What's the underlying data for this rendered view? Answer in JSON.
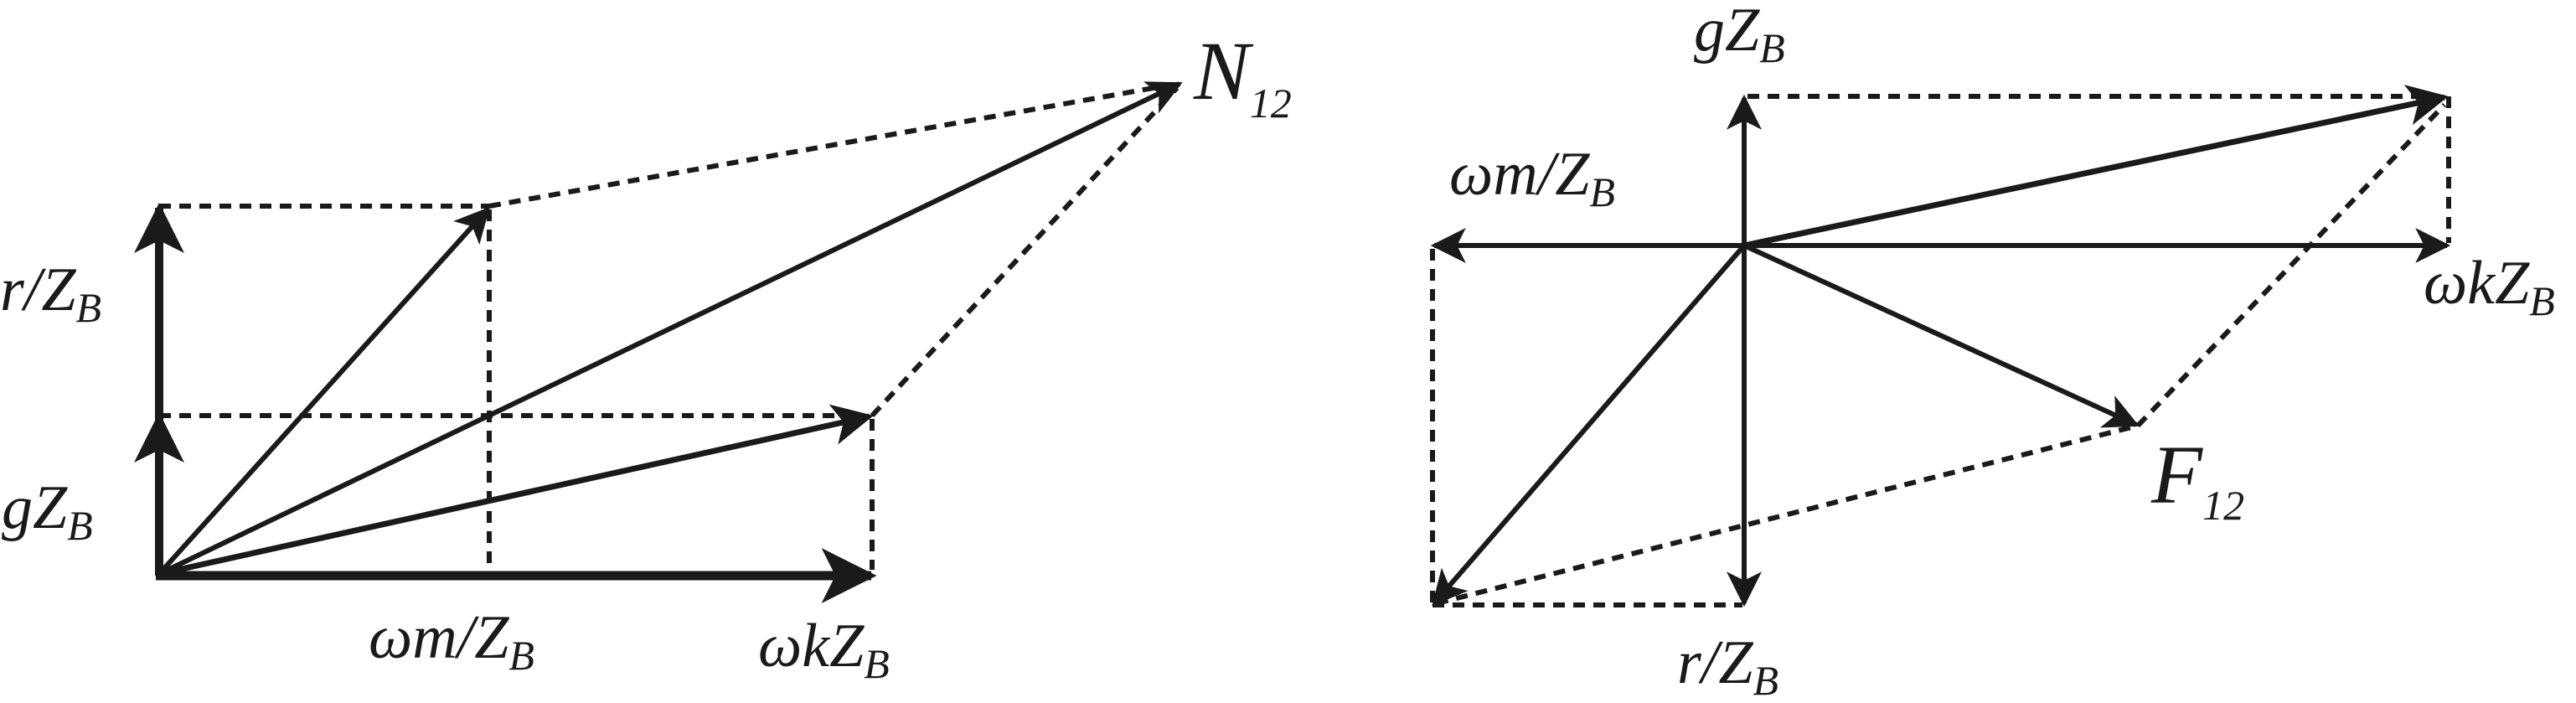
{
  "left_diagram": {
    "labels": {
      "resultant": {
        "main": "N",
        "sub": "12"
      },
      "r_over_zb": {
        "main": "r/Z",
        "sub": "B"
      },
      "g_zb": {
        "main": "gZ",
        "sub": "B"
      },
      "omega_m_over_zb": {
        "main": "ωm/Z",
        "sub": "B"
      },
      "omega_k_zb": {
        "main": "ωkZ",
        "sub": "B"
      }
    }
  },
  "right_diagram": {
    "labels": {
      "resultant": {
        "main": "F",
        "sub": "12"
      },
      "g_zb": {
        "main": "gZ",
        "sub": "B"
      },
      "omega_m_over_zb": {
        "main": "ωm/Z",
        "sub": "B"
      },
      "omega_k_zb": {
        "main": "ωkZ",
        "sub": "B"
      },
      "r_over_zb": {
        "main": "r/Z",
        "sub": "B"
      }
    }
  },
  "colors": {
    "ink": "#1a1a1a",
    "background": "#ffffff"
  }
}
